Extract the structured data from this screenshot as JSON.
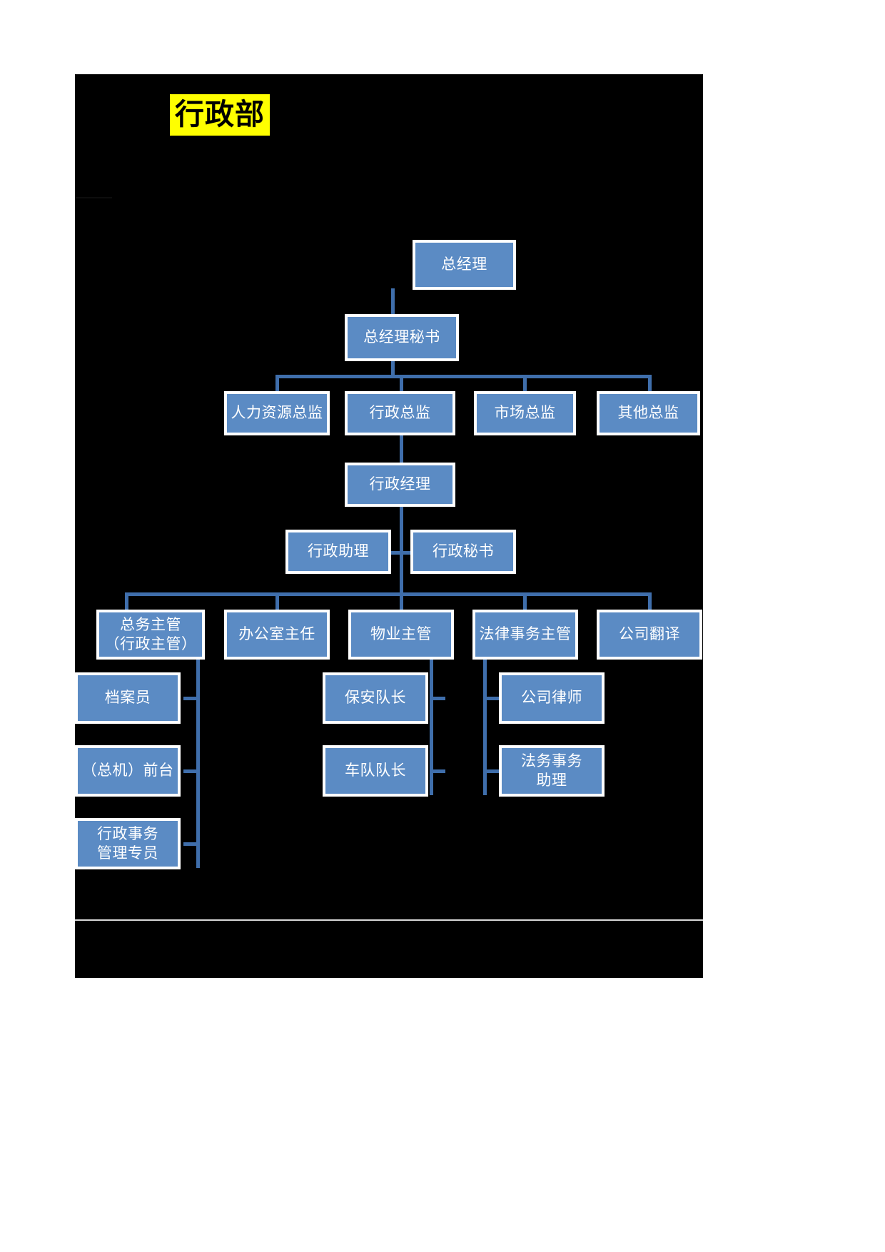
{
  "document": {
    "title": "行政部",
    "title_highlight_color": "#ffff00",
    "title_text_color": "#000000",
    "page_background": "#ffffff",
    "canvas_background": "#000000"
  },
  "theme": {
    "node_fill": "#5b8bc4",
    "node_border": "#ffffff",
    "node_text": "#ffffff",
    "connector": "#3f6eab",
    "footer_rule": "#d9d9d9"
  },
  "chart_data": {
    "type": "diagram",
    "subtype": "organization-chart",
    "title": "行政部",
    "nodes": [
      {
        "id": "n1",
        "label": "总经理",
        "level": 1
      },
      {
        "id": "n2",
        "label": "总经理秘书",
        "level": 2,
        "parent": "n1",
        "attach": "staff"
      },
      {
        "id": "n3",
        "label": "人力资源总监",
        "level": 3,
        "parent": "n1"
      },
      {
        "id": "n4",
        "label": "行政总监",
        "level": 3,
        "parent": "n1"
      },
      {
        "id": "n5",
        "label": "市场总监",
        "level": 3,
        "parent": "n1"
      },
      {
        "id": "n6",
        "label": "其他总监",
        "level": 3,
        "parent": "n1"
      },
      {
        "id": "n7",
        "label": "行政经理",
        "level": 4,
        "parent": "n4"
      },
      {
        "id": "n8",
        "label": "行政助理",
        "level": 5,
        "parent": "n7",
        "attach": "staff-left"
      },
      {
        "id": "n9",
        "label": "行政秘书",
        "level": 5,
        "parent": "n7",
        "attach": "staff-right"
      },
      {
        "id": "n10",
        "label": "总务主管（行政主管）",
        "label_line1": "总务主管",
        "label_line2": "（行政主管）",
        "level": 6,
        "parent": "n7"
      },
      {
        "id": "n11",
        "label": "办公室主任",
        "level": 6,
        "parent": "n7"
      },
      {
        "id": "n12",
        "label": "物业主管",
        "level": 6,
        "parent": "n7"
      },
      {
        "id": "n13",
        "label": "法律事务主管",
        "level": 6,
        "parent": "n7"
      },
      {
        "id": "n14",
        "label": "公司翻译",
        "level": 6,
        "parent": "n7"
      },
      {
        "id": "n15",
        "label": "档案员",
        "level": 7,
        "parent": "n10"
      },
      {
        "id": "n16",
        "label": "（总机）前台",
        "level": 7,
        "parent": "n10"
      },
      {
        "id": "n17",
        "label": "行政事务管理专员",
        "label_line1": "行政事务",
        "label_line2": "管理专员",
        "level": 7,
        "parent": "n10"
      },
      {
        "id": "n18",
        "label": "保安队长",
        "level": 7,
        "parent": "n12"
      },
      {
        "id": "n19",
        "label": "车队队长",
        "level": 7,
        "parent": "n12"
      },
      {
        "id": "n20",
        "label": "公司律师",
        "level": 7,
        "parent": "n13"
      },
      {
        "id": "n21",
        "label": "法务事务助理",
        "label_line1": "法务事务",
        "label_line2": "助理",
        "level": 7,
        "parent": "n13"
      }
    ],
    "edges": [
      {
        "from": "n1",
        "to": "n2"
      },
      {
        "from": "n1",
        "to": "n3"
      },
      {
        "from": "n1",
        "to": "n4"
      },
      {
        "from": "n1",
        "to": "n5"
      },
      {
        "from": "n1",
        "to": "n6"
      },
      {
        "from": "n4",
        "to": "n7"
      },
      {
        "from": "n7",
        "to": "n8"
      },
      {
        "from": "n7",
        "to": "n9"
      },
      {
        "from": "n7",
        "to": "n10"
      },
      {
        "from": "n7",
        "to": "n11"
      },
      {
        "from": "n7",
        "to": "n12"
      },
      {
        "from": "n7",
        "to": "n13"
      },
      {
        "from": "n7",
        "to": "n14"
      },
      {
        "from": "n10",
        "to": "n15"
      },
      {
        "from": "n10",
        "to": "n16"
      },
      {
        "from": "n10",
        "to": "n17"
      },
      {
        "from": "n12",
        "to": "n18"
      },
      {
        "from": "n12",
        "to": "n19"
      },
      {
        "from": "n13",
        "to": "n20"
      },
      {
        "from": "n13",
        "to": "n21"
      }
    ]
  }
}
